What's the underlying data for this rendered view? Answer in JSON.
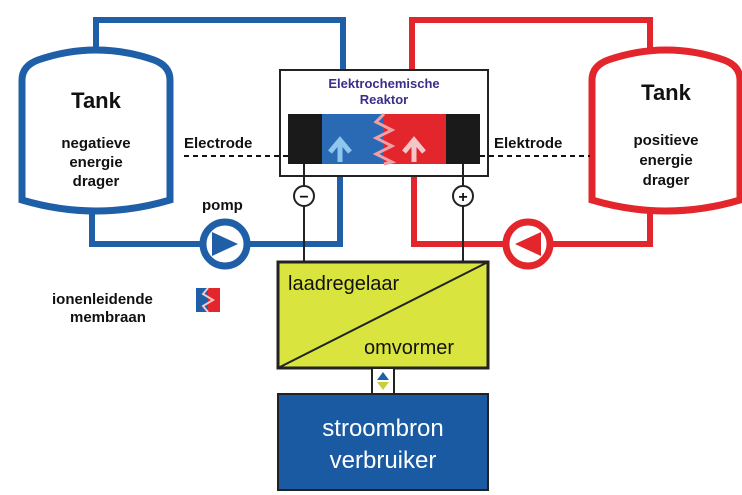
{
  "tank_left": {
    "title": "Tank",
    "lines": [
      "negatieve",
      "energie",
      "drager"
    ],
    "color": "#1f5fa8"
  },
  "tank_right": {
    "title": "Tank",
    "lines": [
      "positieve",
      "energie",
      "drager"
    ],
    "color": "#e3262b"
  },
  "reactor": {
    "title_line1": "Elektrochemische",
    "title_line2": "Reaktor",
    "title_color": "#3a2e8c"
  },
  "labels": {
    "electrode_left": "Electrode",
    "electrode_right": "Elektrode",
    "pump": "pomp",
    "minus": "−",
    "plus": "+",
    "membrane_line1": "ionenleidende",
    "membrane_line2": "membraan"
  },
  "converter": {
    "top": "laadregelaar",
    "bottom": "omvormer",
    "fill": "#d9e43f"
  },
  "source": {
    "line1": "stroombron",
    "line2": "verbruiker",
    "fill": "#1a5aa3"
  }
}
